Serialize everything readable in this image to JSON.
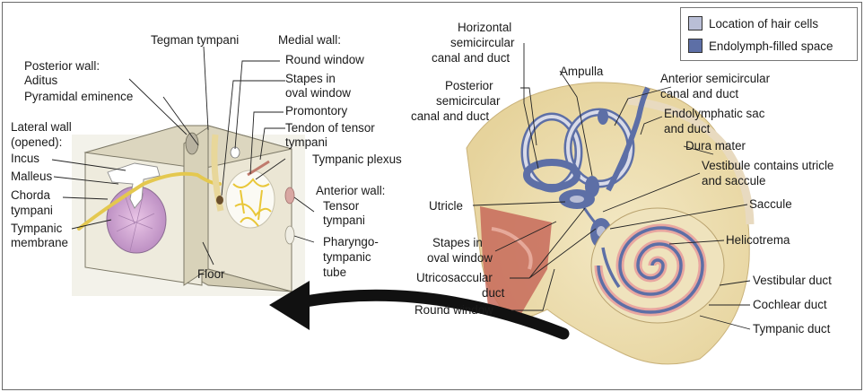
{
  "legend": {
    "hair_cells": {
      "label": "Location of hair cells",
      "color": "#b9bed6"
    },
    "endolymph": {
      "label": "Endolymph-filled space",
      "color": "#5d6fa6"
    }
  },
  "middle_ear_labels": {
    "tegman": "Tegman tympani",
    "medial_wall": "Medial wall:",
    "round_window": "Round window",
    "stapes_1": "Stapes in",
    "stapes_2": "oval window",
    "promontory": "Promontory",
    "tendon_1": "Tendon of tensor",
    "tendon_2": "tympani",
    "plexus": "Tympanic plexus",
    "posterior_wall": "Posterior wall:",
    "aditus": "Aditus",
    "pyramidal": "Pyramidal eminence",
    "lateral_wall_1": "Lateral wall",
    "lateral_wall_2": "(opened):",
    "incus": "Incus",
    "malleus": "Malleus",
    "chorda_1": "Chorda",
    "chorda_2": "tympani",
    "tympanic_membrane_1": "Tympanic",
    "tympanic_membrane_2": "membrane",
    "anterior_wall": "Anterior wall:",
    "tensor_1": "Tensor",
    "tensor_2": "tympani",
    "pharyngo_1": "Pharyngo-",
    "pharyngo_2": "tympanic",
    "pharyngo_3": "tube",
    "floor": "Floor"
  },
  "inner_ear_labels": {
    "horizontal_1": "Horizontal",
    "horizontal_2": "semicircular",
    "horizontal_3": "canal and duct",
    "ampulla": "Ampulla",
    "anterior_1": "Anterior semicircular",
    "anterior_2": "canal and duct",
    "posterior_1": "Posterior",
    "posterior_2": "semicircular",
    "posterior_3": "canal and duct",
    "endolymphatic_1": "Endolymphatic sac",
    "endolymphatic_2": "and duct",
    "dura": "Dura mater",
    "vestibule_1": "Vestibule contains utricle",
    "vestibule_2": "and saccule",
    "utricle": "Utricle",
    "saccule": "Saccule",
    "helicotrema": "Helicotrema",
    "stapes_1": "Stapes in",
    "stapes_2": "oval window",
    "utricosaccular_1": "Utricosaccular",
    "utricosaccular_2": "duct",
    "vestibular_duct": "Vestibular duct",
    "cochlear_duct": "Cochlear duct",
    "round_window": "Round window",
    "tympanic_duct": "Tympanic duct"
  }
}
